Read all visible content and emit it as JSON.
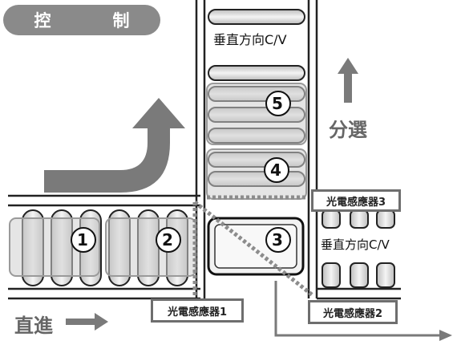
{
  "header": {
    "left_char": "控",
    "right_char": "制"
  },
  "labels": {
    "vertical_cv_top": "垂直方向C/V",
    "vertical_cv_right": "垂直方向C/V",
    "sort": "分選",
    "straight": "直進"
  },
  "sensors": {
    "sensor1": "光電感應器1",
    "sensor2": "光電感應器2",
    "sensor3": "光電感應器3"
  },
  "items": {
    "item1": "1",
    "item2": "2",
    "item3": "3",
    "item4": "4",
    "item5": "5"
  },
  "colors": {
    "arrow_gray": "#7a7a7a",
    "badge_gray": "#8a8a8a",
    "roller_fill": "#dcdcdc",
    "dotted_path": "#8c8c8c"
  }
}
